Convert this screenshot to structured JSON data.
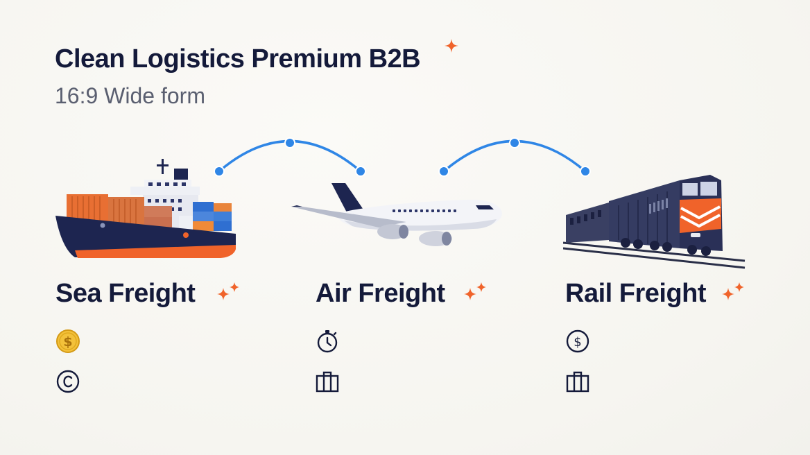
{
  "header": {
    "title": "Clean Logistics Premium B2B",
    "subtitle": "16:9 Wide form"
  },
  "colors": {
    "navy": "#141a3a",
    "accent_orange": "#f0632a",
    "connector_blue": "#2f86e6",
    "subtitle_gray": "#5a5f70"
  },
  "modes": [
    {
      "heading": "Sea Freight",
      "vehicle_icon": "container-ship-icon",
      "row_icons": [
        "dollar-coin-icon",
        "copyright-icon"
      ]
    },
    {
      "heading": "Air Freight",
      "vehicle_icon": "airplane-icon",
      "row_icons": [
        "stopwatch-icon",
        "briefcase-icon"
      ]
    },
    {
      "heading": "Rail Freight",
      "vehicle_icon": "locomotive-icon",
      "row_icons": [
        "dollar-circle-icon",
        "briefcase-icon"
      ]
    }
  ]
}
